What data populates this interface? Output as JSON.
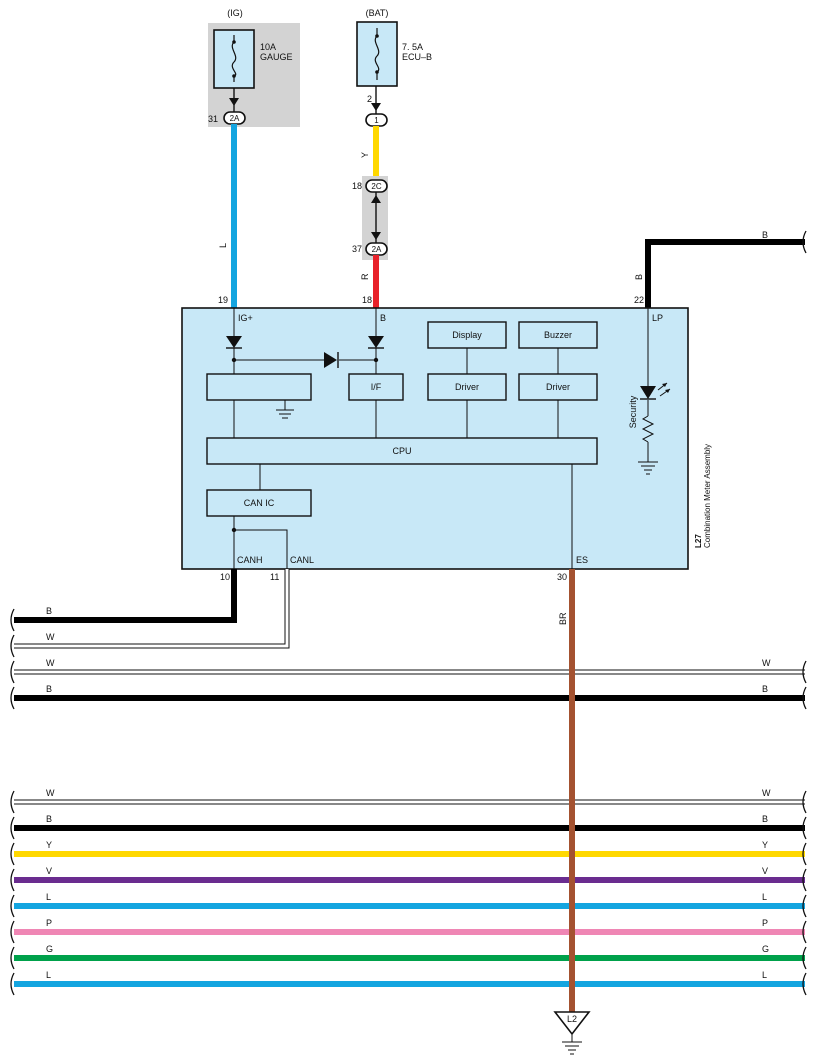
{
  "colors": {
    "L": "#14a5e0",
    "Y": "#ffd800",
    "R": "#e8222a",
    "B": "#000000",
    "W": "#ffffff",
    "BR": "#a45230",
    "V": "#6a2c8f",
    "P": "#ef86b4",
    "G": "#00a14b",
    "ecu_fill": "#c8e8f7",
    "relay_box_fill": "#d3d3d3"
  },
  "fuses": {
    "ig": {
      "source": "(IG)",
      "rating": "10A",
      "name": "GAUGE"
    },
    "bat": {
      "source": "(BAT)",
      "rating": "7. 5A",
      "name": "ECU–B"
    }
  },
  "connectors": {
    "c2a_top": {
      "pin": "31",
      "id": "2A"
    },
    "c1": {
      "pin": "2",
      "id": "1"
    },
    "c2c": {
      "pin": "18",
      "id": "2C"
    },
    "c2a_mid": {
      "pin": "37",
      "id": "2A"
    }
  },
  "wires": {
    "ig_wire": "L",
    "bat_upper": "Y",
    "bat_lower": "R",
    "lp_wire": "B",
    "lp_right": "B",
    "es_wire": "BR"
  },
  "ecu": {
    "code": "L27",
    "name": "Combination Meter Assembly",
    "pins": {
      "igp": {
        "num": "19",
        "name": "IG+"
      },
      "b": {
        "num": "18",
        "name": "B"
      },
      "lp": {
        "num": "22",
        "name": "LP"
      },
      "canh": {
        "num": "10",
        "name": "CANH"
      },
      "canl": {
        "num": "11",
        "name": "CANL"
      },
      "es": {
        "num": "30",
        "name": "ES"
      }
    },
    "blocks": {
      "display": "Display",
      "buzzer": "Buzzer",
      "if": "I/F",
      "driver1": "Driver",
      "driver2": "Driver",
      "cpu": "CPU",
      "can_ic": "CAN IC"
    },
    "security": "Security"
  },
  "bus_upper": [
    {
      "left": "B",
      "right": ""
    },
    {
      "left": "W",
      "right": ""
    },
    {
      "left": "W",
      "right": "W"
    },
    {
      "left": "B",
      "right": "B"
    }
  ],
  "bus_lower": [
    {
      "left": "W",
      "right": "W"
    },
    {
      "left": "B",
      "right": "B"
    },
    {
      "left": "Y",
      "right": "Y"
    },
    {
      "left": "V",
      "right": "V"
    },
    {
      "left": "L",
      "right": "L"
    },
    {
      "left": "P",
      "right": "P"
    },
    {
      "left": "G",
      "right": "G"
    },
    {
      "left": "L",
      "right": "L"
    }
  ],
  "ground": {
    "id": "L2"
  }
}
